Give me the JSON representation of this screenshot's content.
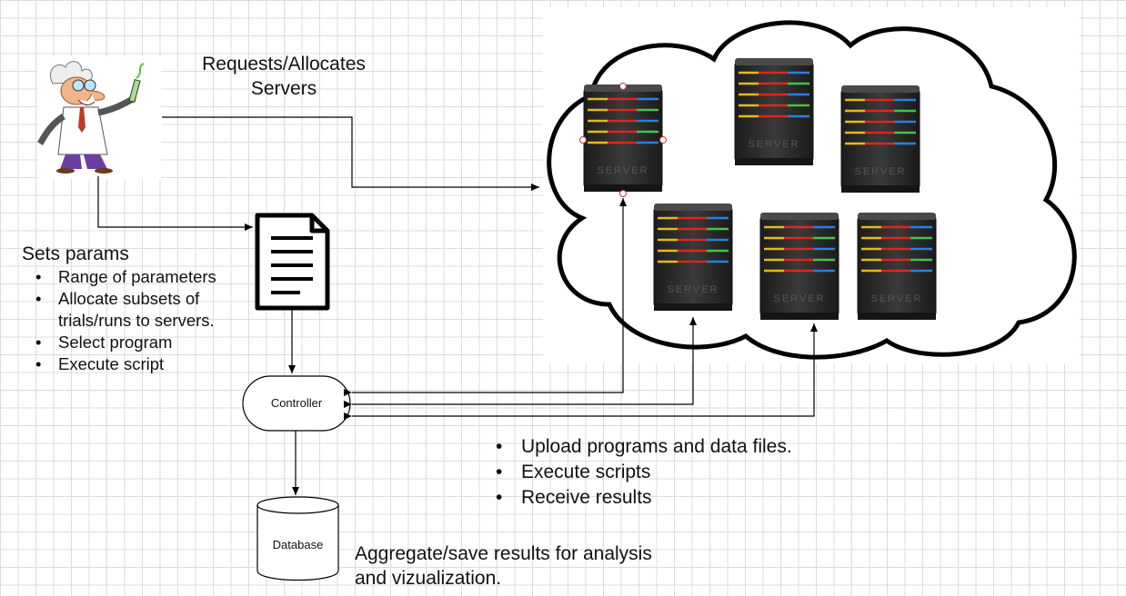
{
  "scientist": {
    "icon": "mad-scientist-icon"
  },
  "requests_label": {
    "line1": "Requests/Allocates",
    "line2": "Servers"
  },
  "params": {
    "title": "Sets params",
    "items": [
      "Range of parameters",
      "Allocate subsets of",
      "trials/runs to servers.",
      "Select program",
      "Execute script"
    ]
  },
  "document": {
    "icon": "document-icon"
  },
  "controller": {
    "label": "Controller"
  },
  "database": {
    "label": "Database"
  },
  "cloud": {
    "server_icon": "server-icon",
    "server_text": "SERVER"
  },
  "actions": {
    "items": [
      "Upload programs and data files.",
      "Execute scripts",
      "Receive results"
    ]
  },
  "aggregate": {
    "line1": "Aggregate/save results for analysis",
    "line2": "and vizualization."
  },
  "colors": {
    "line": "#000000",
    "server_body": "#2b2b2b",
    "led_red": "#e0241c",
    "led_blue": "#2a7fe0",
    "led_green": "#45c24a",
    "led_yellow": "#e8b91c"
  }
}
